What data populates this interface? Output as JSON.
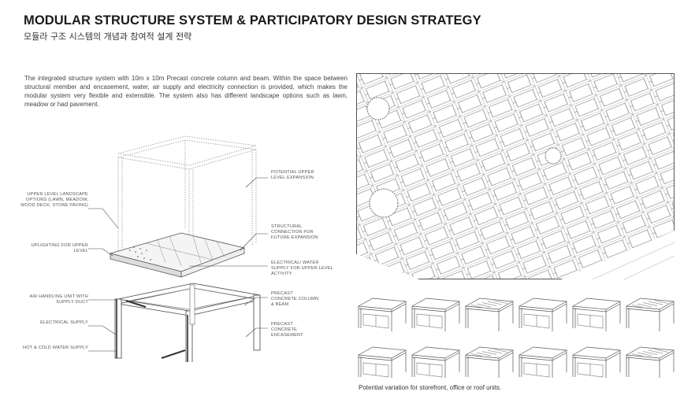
{
  "header": {
    "title": "MODULAR STRUCTURE SYSTEM & PARTICIPATORY DESIGN STRATEGY",
    "subtitle": "모듈라 구조 시스템의 개념과 참여적 설계 전략"
  },
  "intro_text": "The integrated structure system with 10m x 10m Precast concrete column and beam.  Within the space between structural member and encasement, water, air supply and electricity connection is provided, which makes the modular system very flexible and extensible.  The system also has different landscape options such as lawn, meadow or had pavement.",
  "diagram": {
    "left_labels": [
      "UPPER LEVEL LANDSCAPE OPTIONS (LAWN, MEADOW, WOOD DECK, STONE PAVING)",
      "UPLIGHTING FOR UPPER LEVEL",
      "AIR HANDLING UNIT WITH SUPPLY DUCT",
      "ELECTRICAL SUPPLY",
      "HOT & COLD WATER SUPPLY"
    ],
    "right_labels": [
      "POTENTIAL UPPER LEVEL EXPANSION",
      "STRUCTURAL CONNECTION FOR FUTURE EXPANSION",
      "ELECTRICAL/ WATER SUPPLY FOR UPPER LEVEL ACTIVITY",
      "PRECAST CONCRETE COLUMN & BEAM",
      "PRECAST CONCRETE ENCASEMENT"
    ]
  },
  "variations": {
    "count": 12,
    "caption": "Potential variation for storefront, office or roof units."
  }
}
